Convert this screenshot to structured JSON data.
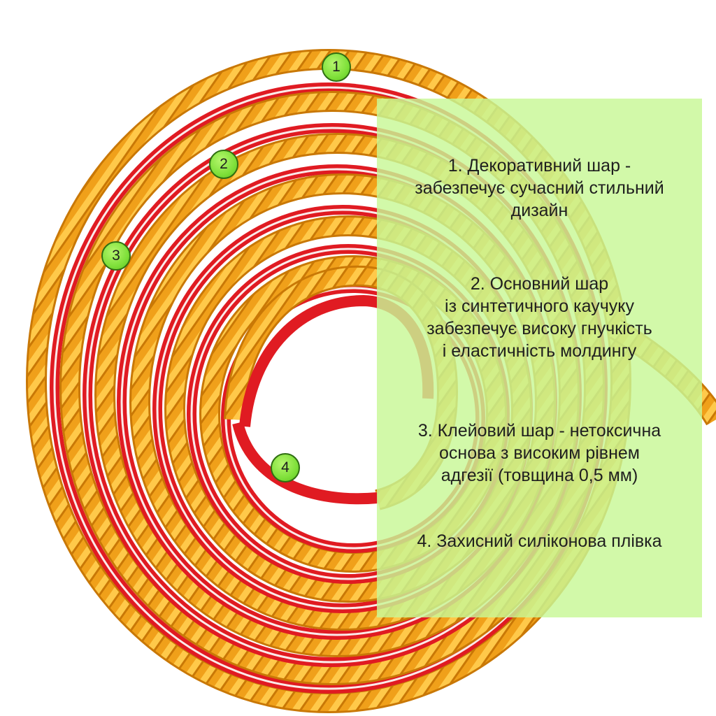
{
  "markers": [
    "1",
    "2",
    "3",
    "4"
  ],
  "descriptions": [
    "1. Декоративний шар -\nзабезпечує сучасний стильний\nдизайн",
    "2. Основний шар\nіз синтетичного каучуку\nзабезпечує високу гнучкість\nі еластичність молдингу",
    "3. Клейовий шар - нетоксична\nоснова з високим рівнем\nадгезії (товщина 0,5 мм)",
    "4. Захисний силіконова плівка"
  ],
  "colors": {
    "rope": "#f3a21c",
    "rope_highlight": "#ffd25a",
    "backing": "#e01b22",
    "panel": "#c8f896",
    "marker": "#7fe03a"
  }
}
